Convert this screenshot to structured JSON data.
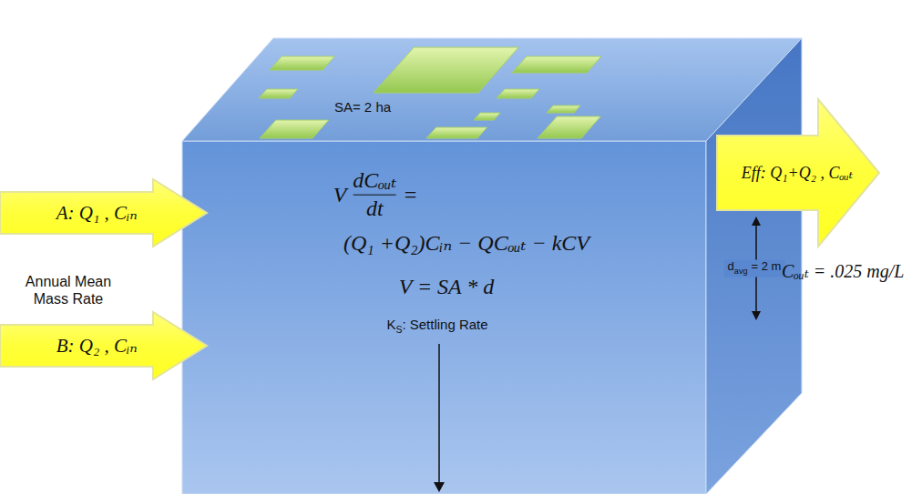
{
  "diagram": {
    "nodes": [
      {
        "text": [
          "A: Q₁ , Cᵢₙ"
        ]
      },
      {
        "text": [
          "B: Q₂ , Cᵢₙ"
        ]
      },
      {
        "text": [
          "SA= 2 ha",
          "V",
          "dCₒᵤₜ",
          "dt",
          "=",
          "(Q₁ +Q₂)Cᵢₙ − QCₒᵤₜ − kCV",
          "V = SA * d",
          "K",
          "S",
          ": Settling Rate",
          "d",
          "avg",
          "= 2 m"
        ]
      },
      {
        "text": [
          "Eff: Q₁+Q₂ , Cₒᵤₜ"
        ]
      }
    ],
    "labels": [
      "Annual Mean Mass Rate",
      "Cₒᵤₜ = .025 mg/L"
    ]
  }
}
